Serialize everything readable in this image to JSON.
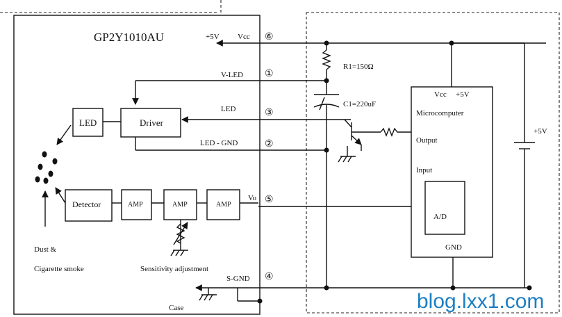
{
  "sensor": {
    "title": "GP2Y1010AU",
    "blocks": {
      "led": "LED",
      "driver": "Driver",
      "detector": "Detector",
      "amp": "AMP"
    },
    "signals": {
      "plus5v": "+5V",
      "vcc": "Vcc",
      "vled": "V-LED",
      "led": "LED",
      "ledgnd": "LED - GND",
      "vo": "Vo",
      "sgnd": "S-GND",
      "case": "Case"
    },
    "sensitivity": "Sensitivity adjustment",
    "dust_line1": "Dust &",
    "dust_line2": "Cigarette smoke"
  },
  "pins": [
    "⑥",
    "①",
    "③",
    "②",
    "⑤",
    "④"
  ],
  "circuit": {
    "r1": "R1=150Ω",
    "c1": "C1=220uF",
    "mcu": {
      "vcc": "Vcc",
      "plus5v": "+5V",
      "title": "Microcomputer",
      "output": "Output",
      "input": "Input",
      "ad": "A/D",
      "gnd": "GND"
    },
    "battery": "+5V"
  },
  "watermark": "blog.lxx1.com"
}
